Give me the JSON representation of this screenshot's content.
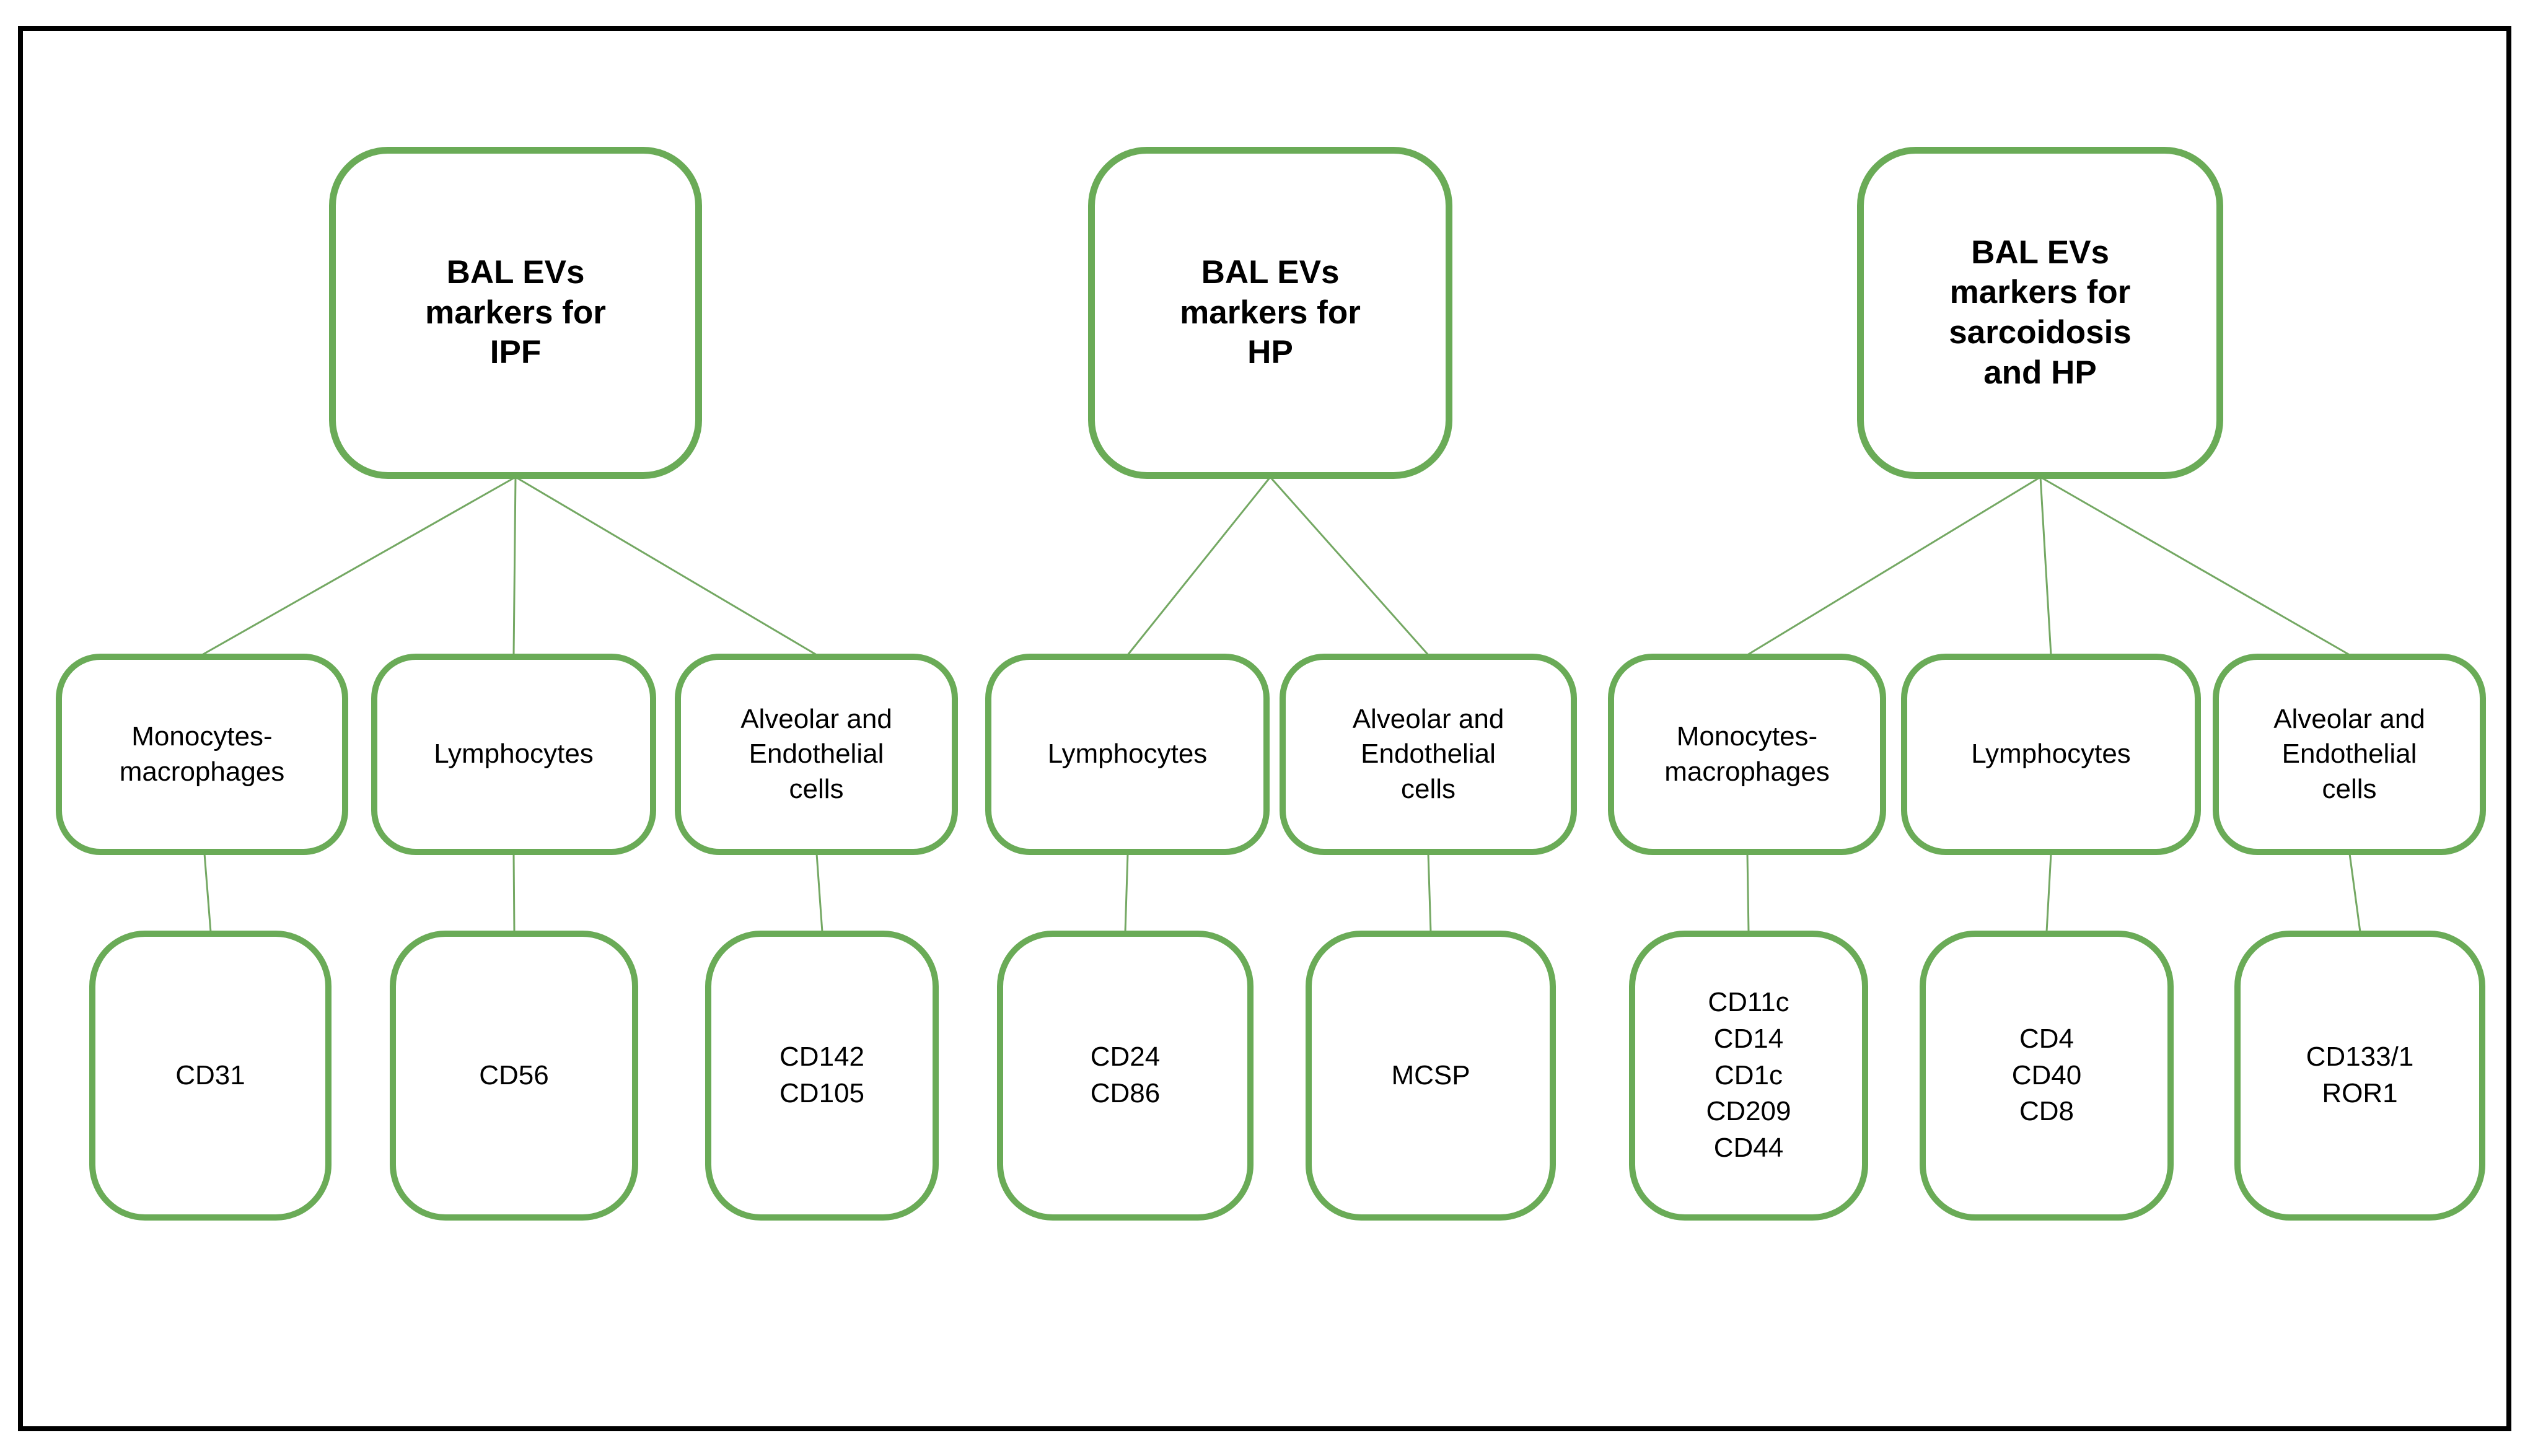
{
  "diagram": {
    "colors": {
      "box_border": "#6aab57",
      "connector": "#74a863",
      "outer_border": "#000000",
      "text": "#000000",
      "background": "#ffffff"
    },
    "groups": [
      {
        "root": {
          "label": "BAL EVs markers for IPF",
          "label_lines": [
            "BAL EVs",
            "markers for",
            "IPF"
          ]
        },
        "cells": [
          {
            "label": "Monocytes-macrophages",
            "label_lines": [
              "Monocytes-",
              "macrophages"
            ],
            "markers": [
              "CD31"
            ]
          },
          {
            "label": "Lymphocytes",
            "label_lines": [
              "Lymphocytes"
            ],
            "markers": [
              "CD56"
            ]
          },
          {
            "label": "Alveolar and Endothelial cells",
            "label_lines": [
              "Alveolar and",
              "Endothelial",
              "cells"
            ],
            "markers": [
              "CD142",
              "CD105"
            ]
          }
        ]
      },
      {
        "root": {
          "label": "BAL EVs markers for HP",
          "label_lines": [
            "BAL EVs",
            "markers for",
            "HP"
          ]
        },
        "cells": [
          {
            "label": "Lymphocytes",
            "label_lines": [
              "Lymphocytes"
            ],
            "markers": [
              "CD24",
              "CD86"
            ]
          },
          {
            "label": "Alveolar and Endothelial cells",
            "label_lines": [
              "Alveolar and",
              "Endothelial",
              "cells"
            ],
            "markers": [
              "MCSP"
            ]
          }
        ]
      },
      {
        "root": {
          "label": "BAL EVs markers for sarcoidosis and HP",
          "label_lines": [
            "BAL EVs",
            "markers for",
            "sarcoidosis",
            "and HP"
          ]
        },
        "cells": [
          {
            "label": "Monocytes-macrophages",
            "label_lines": [
              "Monocytes-",
              "macrophages"
            ],
            "markers": [
              "CD11c",
              "CD14",
              "CD1c",
              "CD209",
              "CD44"
            ]
          },
          {
            "label": "Lymphocytes",
            "label_lines": [
              "Lymphocytes"
            ],
            "markers": [
              "CD4",
              "CD40",
              "CD8"
            ]
          },
          {
            "label": "Alveolar and Endothelial cells",
            "label_lines": [
              "Alveolar and",
              "Endothelial",
              "cells"
            ],
            "markers": [
              "CD133/1",
              "ROR1"
            ]
          }
        ]
      }
    ]
  }
}
